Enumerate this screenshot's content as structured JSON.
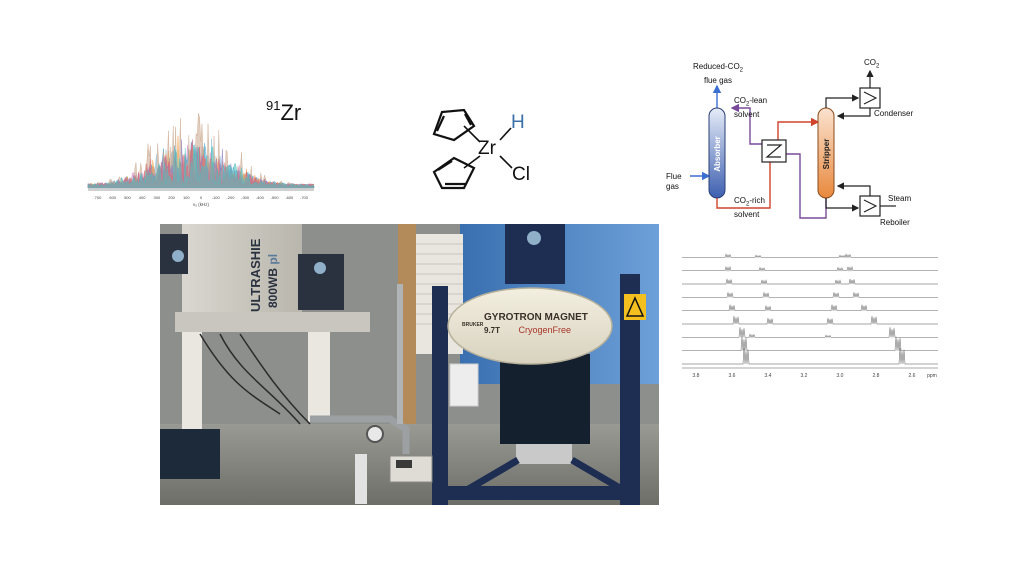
{
  "nmr_spectrum": {
    "nucleus_mass": "91",
    "nucleus_symbol": "Zr",
    "x_axis_label": "ν₀ (kHz)",
    "ticks": [
      "700",
      "600",
      "500",
      "400",
      "300",
      "200",
      "100",
      "0",
      "-100",
      "-200",
      "-300",
      "-400",
      "-500",
      "-600",
      "-700"
    ],
    "colors": [
      "#d58ac6",
      "#7fb8d8",
      "#3aa0c9",
      "#f29a3a",
      "#c9a48a",
      "#8f7fc0",
      "#e06a78",
      "#4fbfbf"
    ]
  },
  "molecule": {
    "metal": "Zr",
    "hydride": "H",
    "chloride": "Cl",
    "hydride_color": "#3b6fa8"
  },
  "process_diagram": {
    "reduced_co2_top": "Reduced-CO",
    "reduced_co2_sub": "2",
    "reduced_co2_bottom": "flue gas",
    "co2_out": "CO",
    "co2_out_sub": "2",
    "lean_top": "CO",
    "lean_sub": "2",
    "lean_rest": "-lean",
    "lean_bottom": "solvent",
    "rich_top": "CO",
    "rich_sub": "2",
    "rich_rest": "-rich",
    "rich_bottom": "solvent",
    "flue_top": "Flue",
    "flue_bottom": "gas",
    "absorber": "Absorber",
    "stripper": "Stripper",
    "condenser": "Condenser",
    "steam": "Steam",
    "reboiler": "Reboiler",
    "colors": {
      "absorber": "#3d5fb0",
      "stripper": "#e8893e",
      "rich_line": "#d1432b",
      "lean_line": "#7a4a9a",
      "flue_line": "#3b6fd0"
    }
  },
  "photo": {
    "left_magnet_text_1": "ULTRASHIE",
    "left_magnet_text_2": "800WB",
    "left_magnet_text_3": "pl",
    "gyro_brand": "BRUKER",
    "gyro_title": "GYROTRON MAGNET",
    "gyro_field": "9.7T",
    "gyro_cryo": "CryogenFree"
  },
  "stacked_spectra": {
    "ticks": [
      "3.8",
      "3.6",
      "3.4",
      "3.2",
      "3.0",
      "2.8",
      "2.6",
      "ppm"
    ]
  }
}
